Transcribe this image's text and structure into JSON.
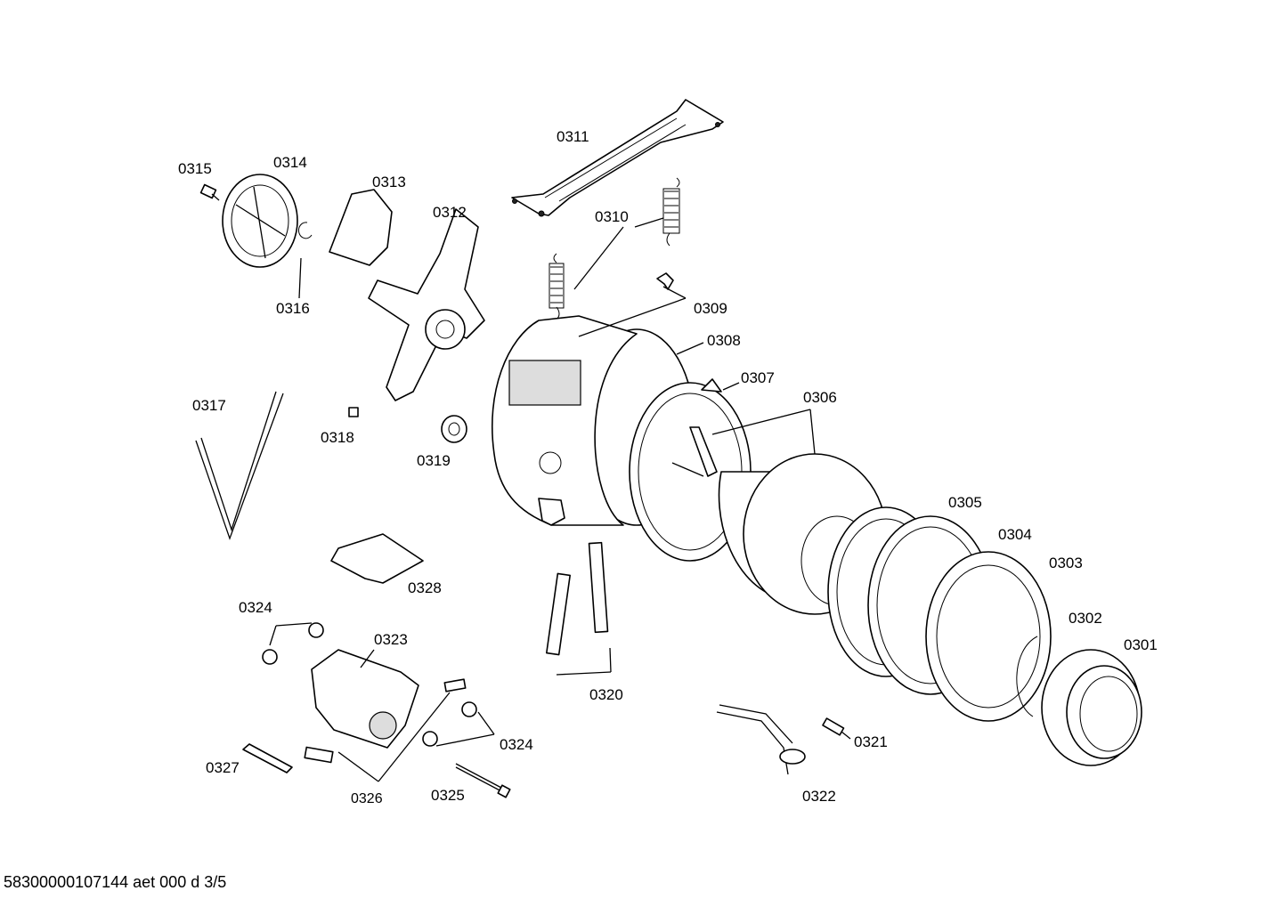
{
  "labels": {
    "p0301": "0301",
    "p0302": "0302",
    "p0303": "0303",
    "p0304": "0304",
    "p0305": "0305",
    "p0306": "0306",
    "p0307": "0307",
    "p0308": "0308",
    "p0309": "0309",
    "p0310": "0310",
    "p0311": "0311",
    "p0312": "0312",
    "p0313": "0313",
    "p0314": "0314",
    "p0315": "0315",
    "p0316": "0316",
    "p0317": "0317",
    "p0318": "0318",
    "p0319": "0319",
    "p0320": "0320",
    "p0321": "0321",
    "p0322": "0322",
    "p0323": "0323",
    "p0324a": "0324",
    "p0324b": "0324",
    "p0325": "0325",
    "p0326": "0326",
    "p0327": "0327",
    "p0328": "0328"
  },
  "footer": "58300000107144 aet 000 d 3/5"
}
